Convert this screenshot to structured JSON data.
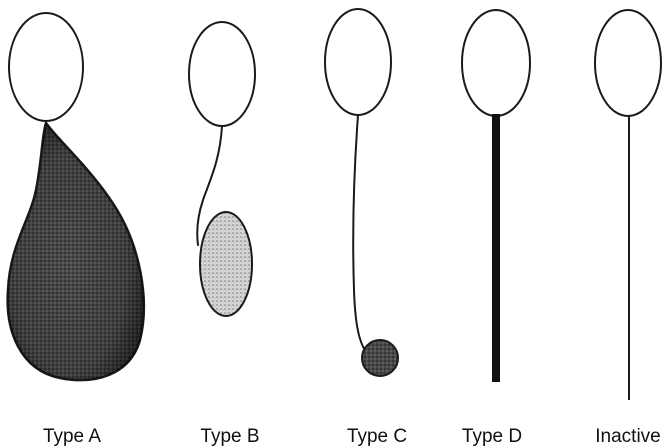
{
  "figure": {
    "panels": [
      {
        "id": "type-a",
        "label": "Type A",
        "tail": "large dark teardrop sac hanging from head"
      },
      {
        "id": "type-b",
        "label": "Type B",
        "tail": "curved filament ending in medium oval"
      },
      {
        "id": "type-c",
        "label": "Type C",
        "tail": "long filament ending in small dark ball"
      },
      {
        "id": "type-d",
        "label": "Type D",
        "tail": "thick straight dark stalk"
      },
      {
        "id": "inactive",
        "label": "Inactive",
        "tail": "thin straight line"
      }
    ],
    "colors": {
      "ink": "#1a1a1a",
      "shade_dark": "#3a3a3a",
      "shade_mid": "#6a6a6a",
      "shade_light": "#b8b8b8"
    }
  }
}
